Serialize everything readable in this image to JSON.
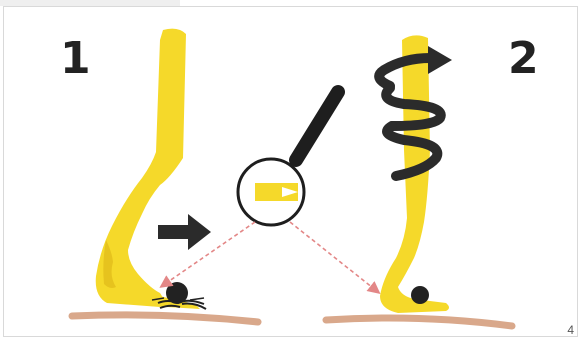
{
  "steps": {
    "one": "1",
    "two": "2"
  },
  "page_number": "4",
  "colors": {
    "tool": "#f5d92a",
    "tool_shadow": "#e0b91a",
    "skin": "#d9a88b",
    "tick": "#222222",
    "magnifier": "#1e1e1e",
    "guide_line": "#e38787",
    "arrow": "#2b2b2b"
  },
  "icons": {
    "step1_tool": "tick-remover-hook-icon",
    "step2_tool": "tick-remover-hook-icon",
    "magnifier": "magnifying-glass-icon",
    "direction_arrow": "right-arrow-icon",
    "twist_arrow": "rotation-arrow-icon",
    "tick": "tick-icon"
  }
}
